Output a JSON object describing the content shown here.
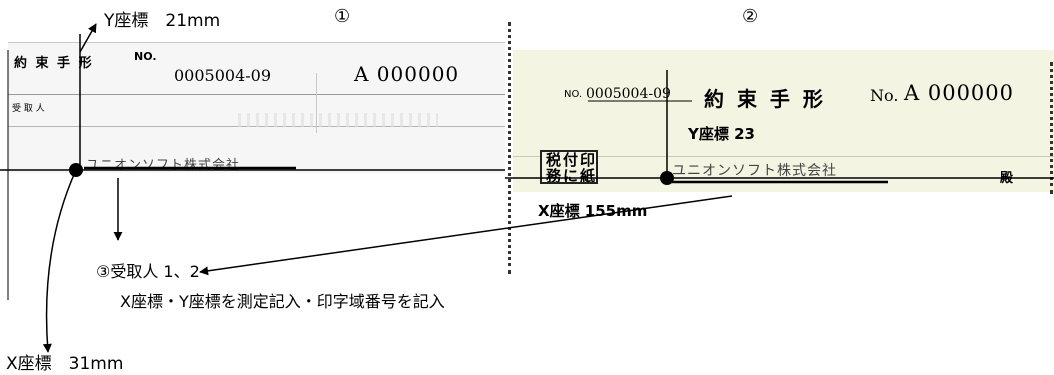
{
  "labels": {
    "circle1": "①",
    "circle2": "②",
    "y_stub": "Y座標　21mm",
    "x_stub": "X座標　31mm",
    "y_bill": "Y座標 23",
    "x_bill": "X座標 155mm",
    "note_line1": "③受取人 1、2",
    "note_line2": "X座標・Y座標を測定記入・印字域番号を記入"
  },
  "stub": {
    "title": "約 束 手 形",
    "no_label": "NO.",
    "no_value": "0005004-09",
    "code": "A 000000",
    "payee_label": "受 取 人",
    "payee_name": "ユニオンソフト株式会社"
  },
  "bill": {
    "no_label": "NO.",
    "no_value": "0005004-09",
    "title": "約 束 手 形",
    "no_label2": "No.",
    "code": "A 000000",
    "stamp_text": "税付印\n務に紙",
    "payee_name": "ユニオンソフト株式会社",
    "honorific": "殿"
  },
  "colors": {
    "stub_bg": "#f6f6f6",
    "bill_bg": "#f3f4e2",
    "ink": "#000000"
  }
}
